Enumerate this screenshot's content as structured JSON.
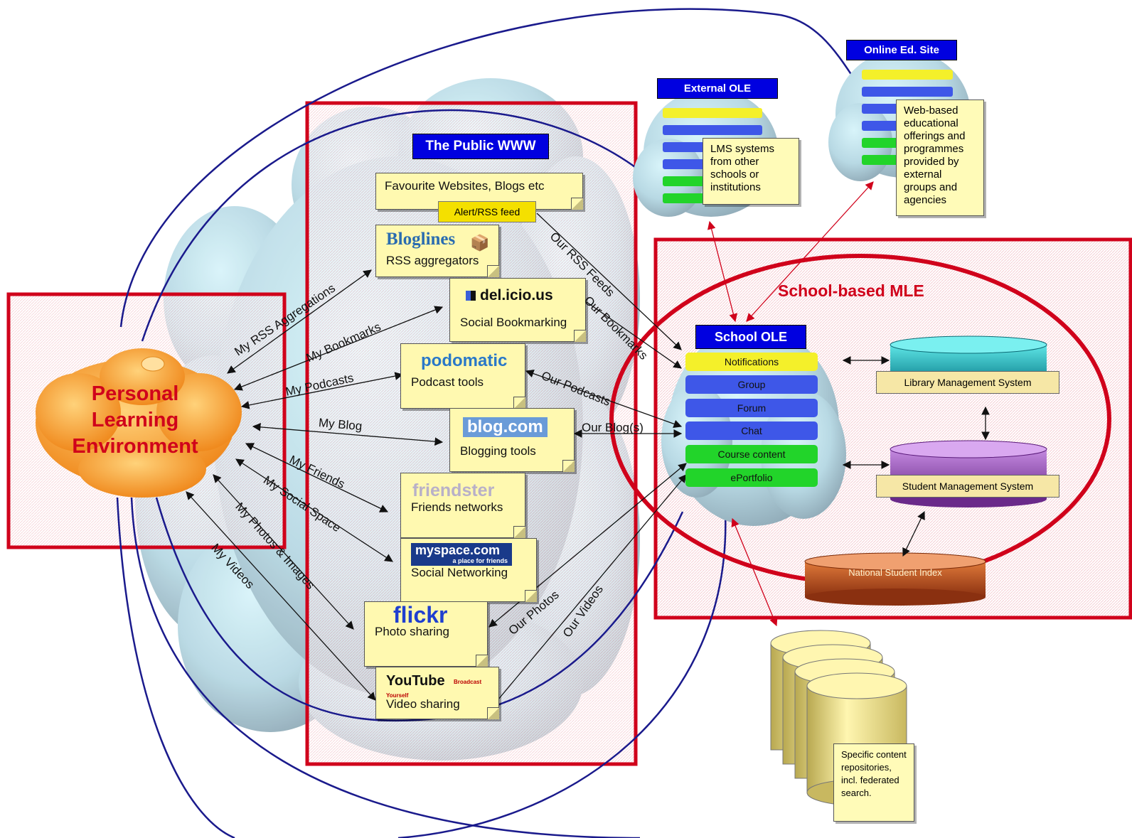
{
  "ple": {
    "label_line1": "Personal",
    "label_line2": "Learning",
    "label_line3": "Environment"
  },
  "public_www": {
    "title": "The Public WWW",
    "favourites": "Favourite Websites, Blogs etc",
    "alert_feed": "Alert/RSS feed",
    "tools": [
      {
        "logo": "Bloglines",
        "label": "RSS aggregators"
      },
      {
        "logo": "del.icio.us",
        "label": "Social Bookmarking"
      },
      {
        "logo": "podomatic",
        "label": "Podcast tools"
      },
      {
        "logo": "blog.com",
        "label": "Blogging tools"
      },
      {
        "logo": "friendster",
        "label": "Friends networks"
      },
      {
        "logo": "myspace.com",
        "logo_sub": "a place for friends",
        "label": "Social Networking"
      },
      {
        "logo": "flickr",
        "label": "Photo sharing"
      },
      {
        "logo": "YouTube",
        "logo_sub": "Broadcast Yourself",
        "label": "Video sharing"
      }
    ]
  },
  "ple_links": [
    "My RSS Aggregations",
    "My Bookmarks",
    "My Podcasts",
    "My Blog",
    "My Friends",
    "My Social Space",
    "My Photos & Images",
    "My Videos"
  ],
  "school_links": [
    "Our RSS Feeds",
    "Our Bookmarks",
    "Our Podcasts",
    "Our Blog(s)",
    "Our Photos",
    "Our Videos"
  ],
  "external_ole": {
    "title": "External OLE",
    "note": "LMS systems from other schools or institutions"
  },
  "online_ed": {
    "title": "Online Ed. Site",
    "note": "Web-based educational offerings and programmes provided by external groups and agencies"
  },
  "mle": {
    "title": "School-based MLE",
    "ole_title": "School OLE",
    "ole_items": [
      "Notifications",
      "Group",
      "Forum",
      "Chat",
      "Course content",
      "ePortfolio"
    ],
    "library": "Library Management System",
    "student": "Student Management System",
    "national": "National Student Index"
  },
  "repositories": {
    "note": "Specific content repositories, incl. federated search."
  },
  "colors": {
    "frame_red": "#d0021b",
    "title_blue": "#0000e0",
    "ple_orange": "#f5a030",
    "ple_text": "#d0021b",
    "curve_blue": "#1a1a8c"
  }
}
